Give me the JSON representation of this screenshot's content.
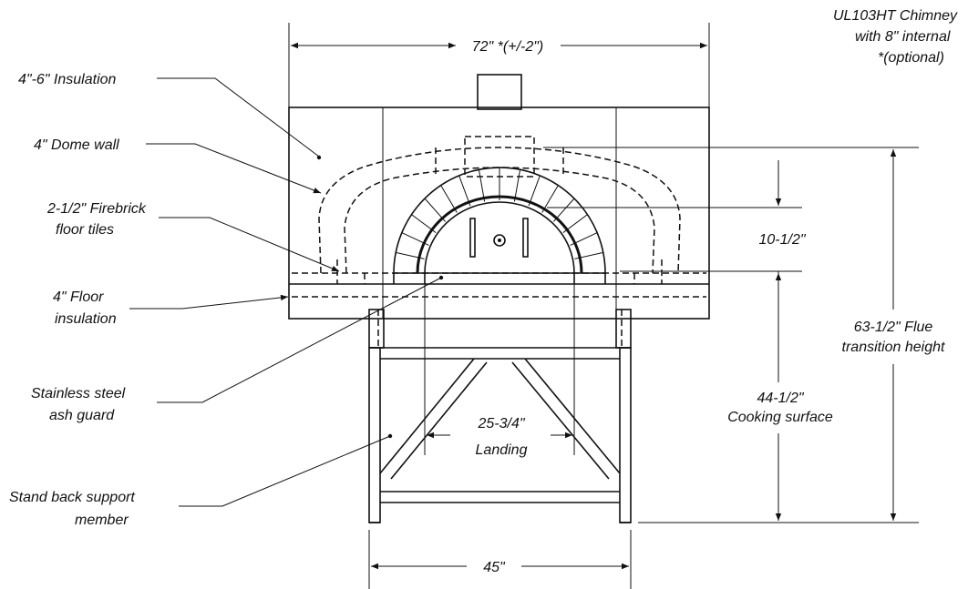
{
  "labels": {
    "chimney_line1": "UL103HT Chimney",
    "chimney_line2": "with 8\" internal",
    "chimney_line3": "*(optional)",
    "width_72": "72\" *(+/-2\")",
    "insulation": "4\"-6\" Insulation",
    "dome_wall": "4\" Dome wall",
    "firebrick_line1": "2-1/2\" Firebrick",
    "firebrick_line2": "floor tiles",
    "floor_insulation_line1": "4\" Floor",
    "floor_insulation_line2": "insulation",
    "ash_guard_line1": "Stainless steel",
    "ash_guard_line2": "ash guard",
    "back_support_line1": "Stand back support",
    "back_support_line2": "member",
    "opening_height": "10-1/2\"",
    "flue_line1": "63-1/2\" Flue",
    "flue_line2": "transition height",
    "cooking_line1": "44-1/2\"",
    "cooking_line2": "Cooking surface",
    "landing_line1": "25-3/4\"",
    "landing_line2": "Landing",
    "width_45": "45\""
  }
}
